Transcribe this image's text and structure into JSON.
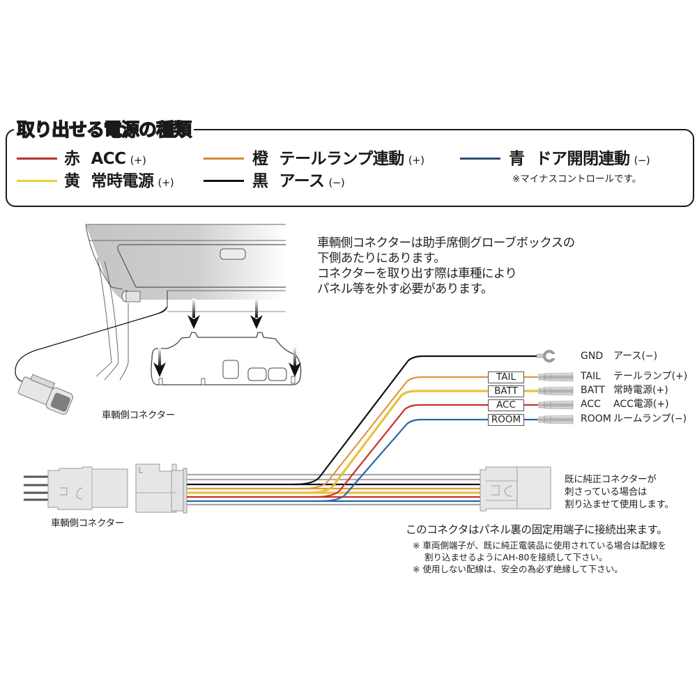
{
  "legend": {
    "title": "取り出せる電源の種類",
    "items": [
      {
        "color_name": "赤",
        "label": "ACC",
        "polarity": "(+)",
        "color": "#b8322c"
      },
      {
        "color_name": "黄",
        "label": "常時電源",
        "polarity": "(+)",
        "color": "#e6d33a"
      },
      {
        "color_name": "橙",
        "label": "テールランプ連動",
        "polarity": "(+)",
        "color": "#cf8a3a"
      },
      {
        "color_name": "黒",
        "label": "アース",
        "polarity": "(−)",
        "color": "#111111"
      },
      {
        "color_name": "青",
        "label": "ドア開閉連動",
        "polarity": "(−)",
        "color": "#2b4f78"
      }
    ],
    "note": "※マイナスコントロールです。"
  },
  "glovebox_description": [
    "車輌側コネクターは助手席側グローブボックスの",
    "下側あたりにあります。",
    "コネクターを取り出す際は車種により",
    "パネル等を外す必要があります。"
  ],
  "vehicle_connector_label_top": "車輌側コネクター",
  "vehicle_connector_label_bottom": "車輌側コネクター",
  "terminals": [
    {
      "tag": "",
      "name": "GND",
      "desc": "アース(−)",
      "color": "#111111"
    },
    {
      "tag": "TAIL",
      "name": "TAIL",
      "desc": "テールランプ(+)",
      "color": "#e0963a"
    },
    {
      "tag": "BATT",
      "name": "BATT",
      "desc": "常時電源(+)",
      "color": "#e8c13a"
    },
    {
      "tag": "ACC",
      "name": "ACC",
      "desc": "ACC電源(+)",
      "color": "#c8302a"
    },
    {
      "tag": "ROOM",
      "name": "ROOM",
      "desc": "ルームランプ(−)",
      "color": "#2a64a8"
    }
  ],
  "existing_connector_note": [
    "既に純正コネクターが",
    "刺さっている場合は",
    "割り込ませて使用します。"
  ],
  "panel_mount_note": "このコネクタはパネル裏の固定用端子に接続出来ます。",
  "notes": [
    "※ 車両側端子が、既に純正電装品に使用されている場合は配線を",
    "割り込ませるようにAH-80を接続して下さい。",
    "※ 使用しない配線は、安全の為必ず絶縁して下さい。"
  ]
}
